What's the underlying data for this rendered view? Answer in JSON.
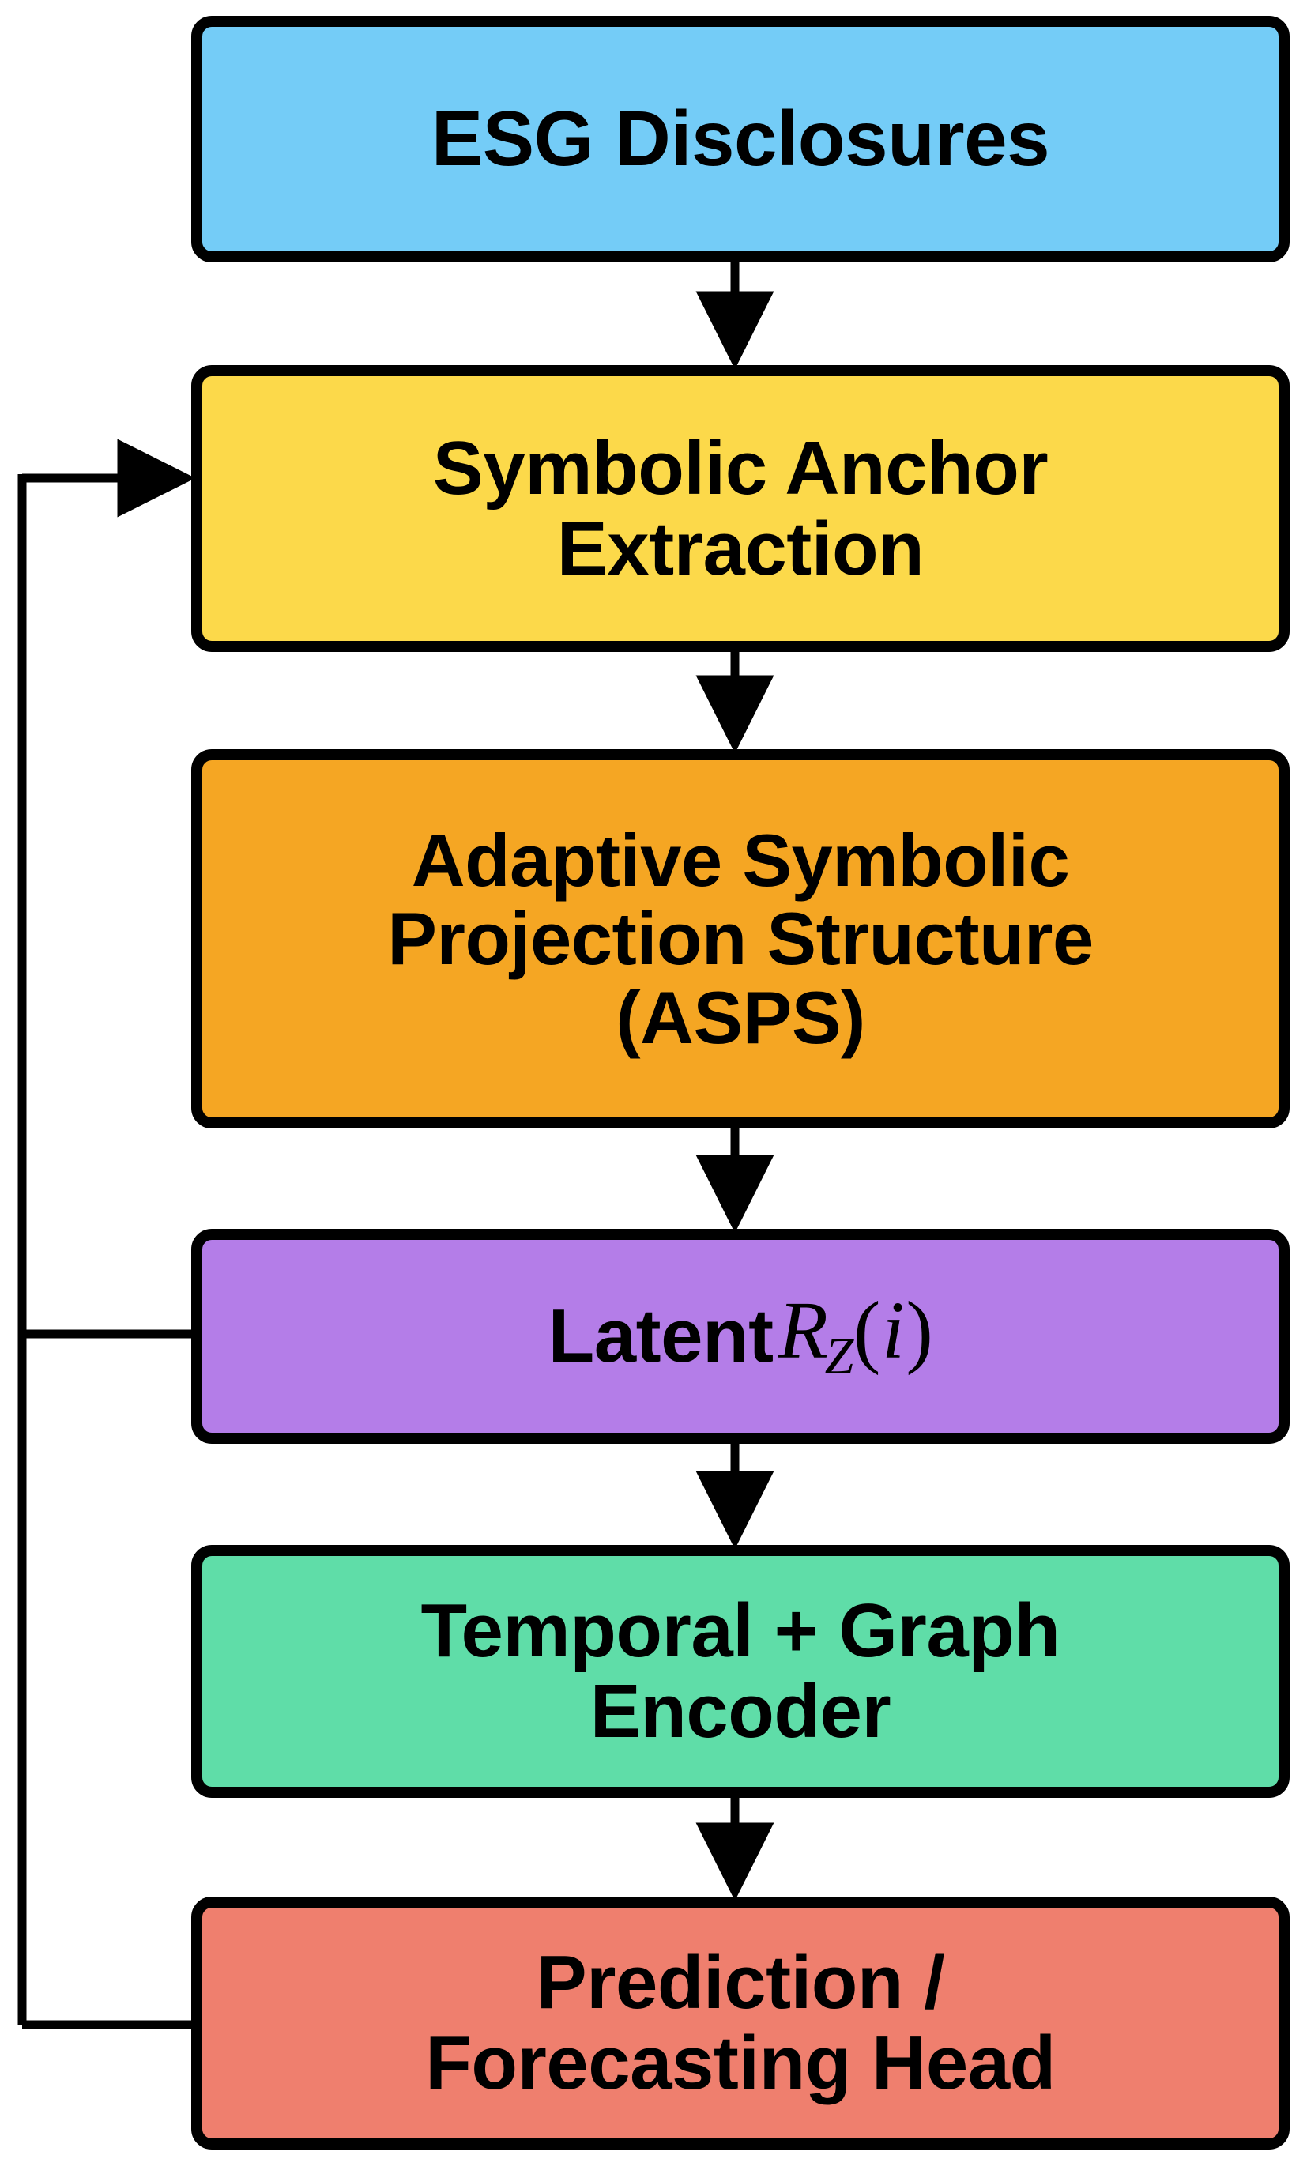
{
  "diagram": {
    "title": "ESG Symbolic Pipeline Flowchart",
    "type": "flowchart",
    "orientation": "top-to-bottom",
    "background_color": "#FFFFFF",
    "border_color": "#000000",
    "nodes": [
      {
        "id": "esg",
        "label": "ESG Disclosures",
        "color": "#74CCF7",
        "color_name": "light-blue"
      },
      {
        "id": "anchor",
        "label": "Symbolic Anchor\nExtraction",
        "color": "#FCD94A",
        "color_name": "yellow"
      },
      {
        "id": "asps",
        "label": "Adaptive Symbolic\nProjection Structure\n(ASPS)",
        "color": "#F5A623",
        "color_name": "orange"
      },
      {
        "id": "latent",
        "label": "Latent",
        "math": "R_Z(i)",
        "math_base": "R",
        "math_subscript": "Z",
        "math_arg": "i",
        "color": "#B47DE8",
        "color_name": "purple"
      },
      {
        "id": "encoder",
        "label": "Temporal + Graph\nEncoder",
        "color": "#5FDDA8",
        "color_name": "green"
      },
      {
        "id": "prediction",
        "label": "Prediction /\nForecasting Head",
        "color": "#EF7F6E",
        "color_name": "salmon-red"
      }
    ],
    "edges": [
      {
        "from": "esg",
        "to": "anchor",
        "kind": "forward",
        "style": "solid-arrow"
      },
      {
        "from": "anchor",
        "to": "asps",
        "kind": "forward",
        "style": "solid-arrow"
      },
      {
        "from": "asps",
        "to": "latent",
        "kind": "forward",
        "style": "solid-arrow"
      },
      {
        "from": "latent",
        "to": "encoder",
        "kind": "forward",
        "style": "solid-arrow"
      },
      {
        "from": "encoder",
        "to": "prediction",
        "kind": "forward",
        "style": "solid-arrow"
      },
      {
        "from": "latent",
        "to": "anchor",
        "kind": "feedback",
        "style": "orthogonal-left"
      },
      {
        "from": "prediction",
        "to": "anchor",
        "kind": "feedback",
        "style": "orthogonal-left"
      }
    ]
  }
}
